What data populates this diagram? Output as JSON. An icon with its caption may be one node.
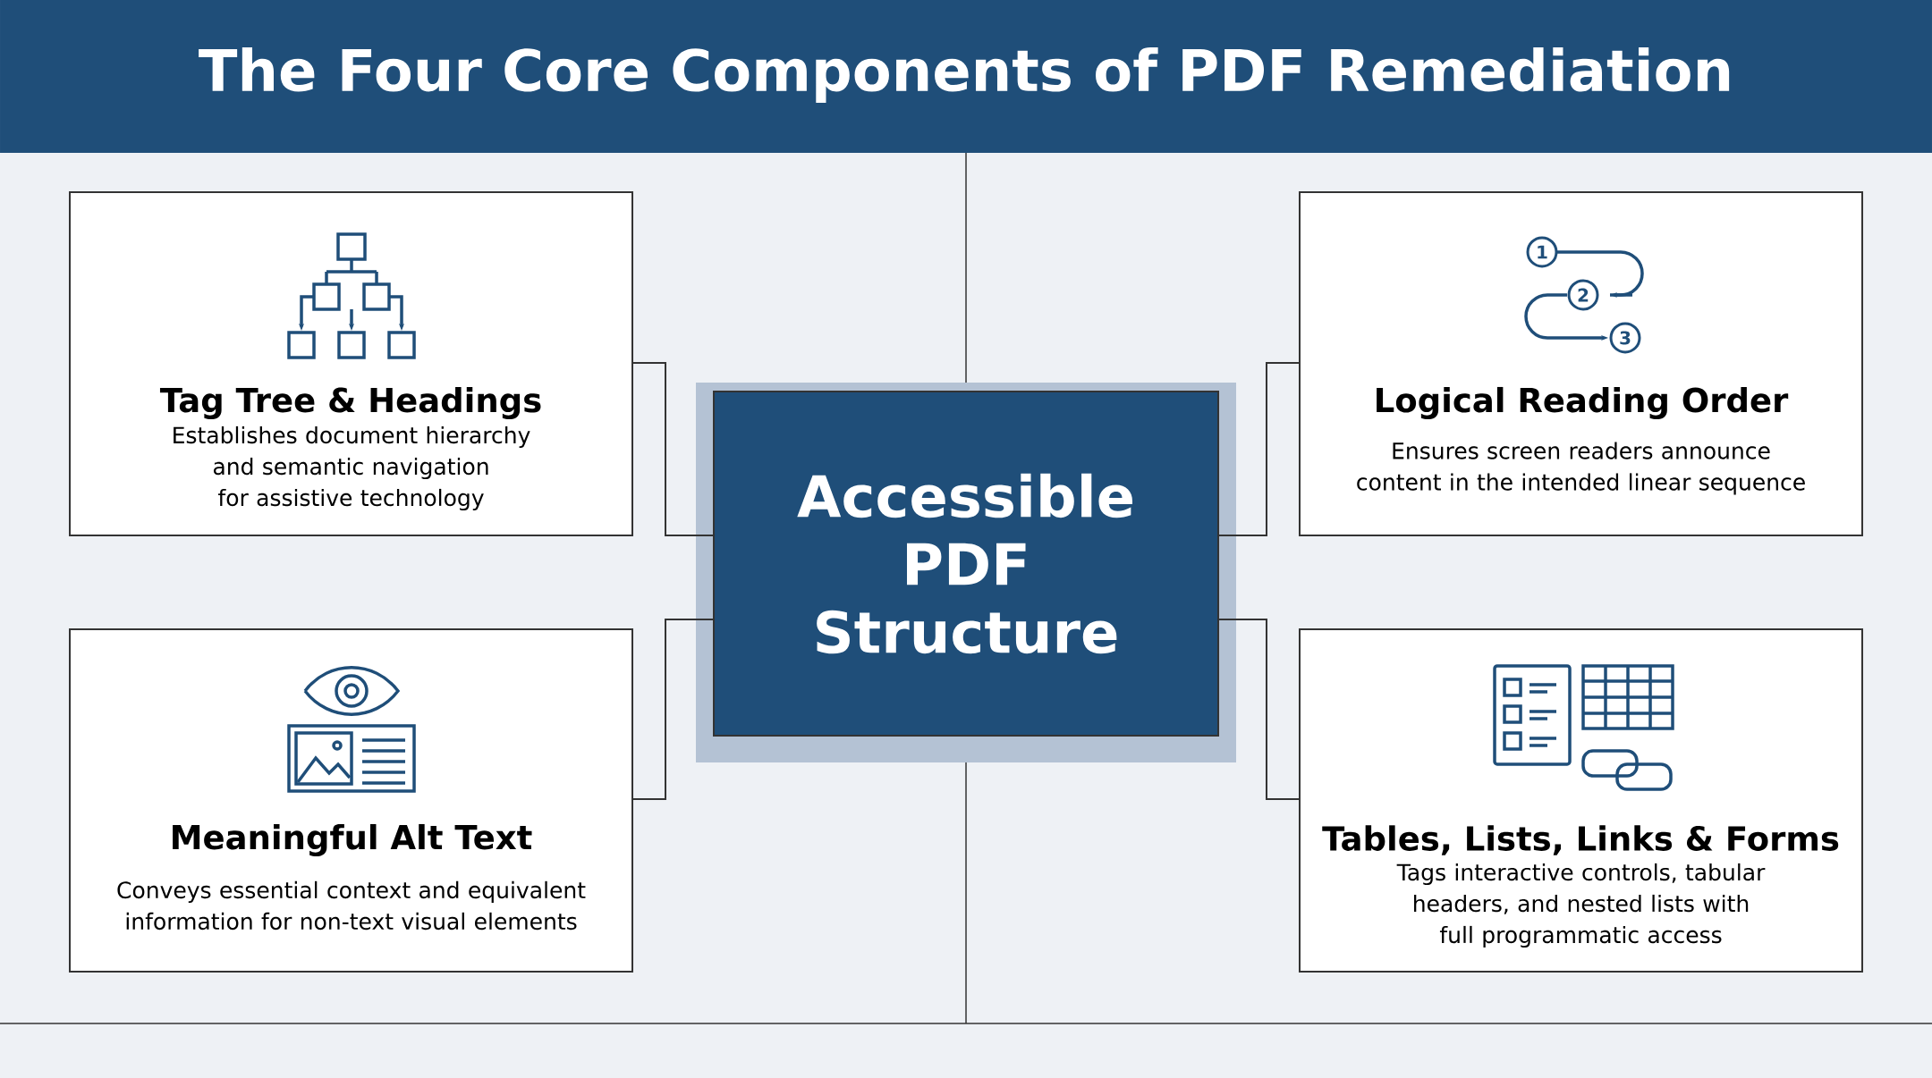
{
  "diagram": {
    "title": "The Four Core Components of PDF Remediation",
    "nodes": [
      {
        "text": [
          "Tag Tree & Headings",
          "Establishes document hierarchy and semantic navigation for assistive technology"
        ]
      },
      {
        "text": [
          "Accessible PDF Structure"
        ]
      },
      {
        "text": [
          "Logical Reading Order",
          "Ensures screen readers announce content in the intended linear sequence"
        ]
      },
      {
        "text": [
          "Meaningful Alt Text",
          "Conveys essential context and equivalent information for non-text visual elements"
        ]
      },
      {
        "text": [
          "Tables, Lists, Links & Forms",
          "Tags interactive controls, tabular headers, and nested lists with full programmatic access"
        ]
      }
    ],
    "edges": [
      {
        "from": 1,
        "to": 0,
        "arrow": "none"
      },
      {
        "from": 1,
        "to": 2,
        "arrow": "none"
      },
      {
        "from": 1,
        "to": 3,
        "arrow": "none"
      },
      {
        "from": 1,
        "to": 4,
        "arrow": "none"
      }
    ],
    "labels": [
      "1",
      "2",
      "3"
    ]
  }
}
